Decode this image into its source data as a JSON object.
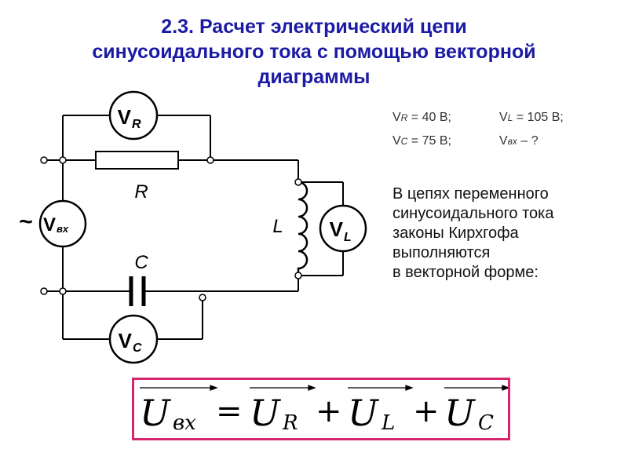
{
  "title": {
    "line1": "2.3. Расчет электрический цепи",
    "line2": "синусоидального тока с помощью векторной",
    "line3": "диаграммы"
  },
  "circuit": {
    "meter_r": {
      "main": "V",
      "sub": "R"
    },
    "meter_l": {
      "main": "V",
      "sub": "L"
    },
    "meter_c": {
      "main": "V",
      "sub": "C"
    },
    "meter_in": {
      "main": "V",
      "sub": "вх"
    },
    "label_r": "R",
    "label_l": "L",
    "label_c": "C",
    "source_symbol": "~"
  },
  "params": {
    "vr": {
      "v": "V",
      "sub": "R",
      "rest": " = 40 В;"
    },
    "vl": {
      "v": "V",
      "sub": "L",
      "rest": " = 105 В;"
    },
    "vc": {
      "v": "V",
      "sub": "C",
      "rest": " = 75 В;"
    },
    "vin": {
      "v": "V",
      "sub": "вх",
      "rest": " – ?"
    }
  },
  "note": {
    "line1": "В цепях переменного",
    "line2": "синусоидального тока",
    "line3": "законы Кирхгофа",
    "line4": "выполняются",
    "line5": "в векторной форме:"
  },
  "formula": {
    "t1": "U",
    "s1": "вх",
    "eq": "=",
    "t2": "U",
    "s2": "R",
    "plus1": "+",
    "t3": "U",
    "s3": "L",
    "plus2": "+",
    "t4": "U",
    "s4": "C"
  },
  "colors": {
    "title": "#1a1aa6",
    "box_border": "#d6246e"
  }
}
